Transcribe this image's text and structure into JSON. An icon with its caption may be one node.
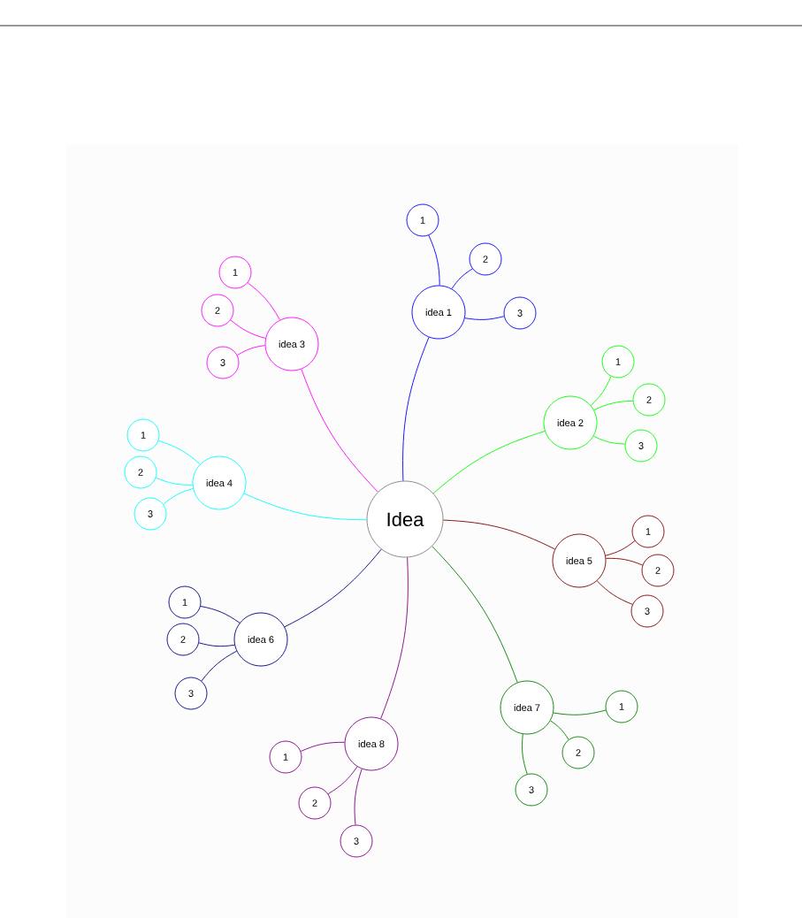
{
  "diagram": {
    "nodes": [
      {
        "text": [
          "Idea"
        ]
      },
      {
        "text": [
          "idea 1"
        ]
      },
      {
        "text": [
          "1"
        ]
      },
      {
        "text": [
          "2"
        ]
      },
      {
        "text": [
          "3"
        ]
      },
      {
        "text": [
          "idea 2"
        ]
      },
      {
        "text": [
          "1"
        ]
      },
      {
        "text": [
          "2"
        ]
      },
      {
        "text": [
          "3"
        ]
      },
      {
        "text": [
          "idea 3"
        ]
      },
      {
        "text": [
          "1"
        ]
      },
      {
        "text": [
          "2"
        ]
      },
      {
        "text": [
          "3"
        ]
      },
      {
        "text": [
          "idea 4"
        ]
      },
      {
        "text": [
          "1"
        ]
      },
      {
        "text": [
          "2"
        ]
      },
      {
        "text": [
          "3"
        ]
      },
      {
        "text": [
          "idea 5"
        ]
      },
      {
        "text": [
          "1"
        ]
      },
      {
        "text": [
          "2"
        ]
      },
      {
        "text": [
          "3"
        ]
      },
      {
        "text": [
          "idea 6"
        ]
      },
      {
        "text": [
          "1"
        ]
      },
      {
        "text": [
          "2"
        ]
      },
      {
        "text": [
          "3"
        ]
      },
      {
        "text": [
          "idea 7"
        ]
      },
      {
        "text": [
          "1"
        ]
      },
      {
        "text": [
          "2"
        ]
      },
      {
        "text": [
          "3"
        ]
      },
      {
        "text": [
          "idea 8"
        ]
      },
      {
        "text": [
          "1"
        ]
      },
      {
        "text": [
          "2"
        ]
      },
      {
        "text": [
          "3"
        ]
      }
    ],
    "edges": [
      {
        "from": 0,
        "to": 1,
        "arrow": "none",
        "color": "#0000ff"
      },
      {
        "from": 1,
        "to": 2,
        "arrow": "none",
        "color": "#0000ff"
      },
      {
        "from": 1,
        "to": 3,
        "arrow": "none",
        "color": "#0000ff"
      },
      {
        "from": 1,
        "to": 4,
        "arrow": "none",
        "color": "#0000ff"
      },
      {
        "from": 0,
        "to": 5,
        "arrow": "none",
        "color": "#00ff00"
      },
      {
        "from": 5,
        "to": 6,
        "arrow": "none",
        "color": "#00ff00"
      },
      {
        "from": 5,
        "to": 7,
        "arrow": "none",
        "color": "#00ff00"
      },
      {
        "from": 5,
        "to": 8,
        "arrow": "none",
        "color": "#00ff00"
      },
      {
        "from": 0,
        "to": 9,
        "arrow": "none",
        "color": "#ff00ff"
      },
      {
        "from": 9,
        "to": 10,
        "arrow": "none",
        "color": "#ff00ff"
      },
      {
        "from": 9,
        "to": 11,
        "arrow": "none",
        "color": "#ff00ff"
      },
      {
        "from": 9,
        "to": 12,
        "arrow": "none",
        "color": "#ff00ff"
      },
      {
        "from": 0,
        "to": 13,
        "arrow": "none",
        "color": "#00ffff"
      },
      {
        "from": 13,
        "to": 14,
        "arrow": "none",
        "color": "#00ffff"
      },
      {
        "from": 13,
        "to": 15,
        "arrow": "none",
        "color": "#00ffff"
      },
      {
        "from": 13,
        "to": 16,
        "arrow": "none",
        "color": "#00ffff"
      },
      {
        "from": 0,
        "to": 17,
        "arrow": "none",
        "color": "#800000"
      },
      {
        "from": 17,
        "to": 18,
        "arrow": "none",
        "color": "#800000"
      },
      {
        "from": 17,
        "to": 19,
        "arrow": "none",
        "color": "#800000"
      },
      {
        "from": 17,
        "to": 20,
        "arrow": "none",
        "color": "#800000"
      },
      {
        "from": 0,
        "to": 21,
        "arrow": "none",
        "color": "#000080"
      },
      {
        "from": 21,
        "to": 22,
        "arrow": "none",
        "color": "#000080"
      },
      {
        "from": 21,
        "to": 23,
        "arrow": "none",
        "color": "#000080"
      },
      {
        "from": 21,
        "to": 24,
        "arrow": "none",
        "color": "#000080"
      },
      {
        "from": 0,
        "to": 25,
        "arrow": "none",
        "color": "#008000"
      },
      {
        "from": 25,
        "to": 26,
        "arrow": "none",
        "color": "#008000"
      },
      {
        "from": 25,
        "to": 27,
        "arrow": "none",
        "color": "#008000"
      },
      {
        "from": 25,
        "to": 28,
        "arrow": "none",
        "color": "#008000"
      },
      {
        "from": 0,
        "to": 29,
        "arrow": "none",
        "color": "#800080"
      },
      {
        "from": 29,
        "to": 30,
        "arrow": "none",
        "color": "#800080"
      },
      {
        "from": 29,
        "to": 31,
        "arrow": "none",
        "color": "#800080"
      },
      {
        "from": 29,
        "to": 32,
        "arrow": "none",
        "color": "#800080"
      }
    ]
  }
}
